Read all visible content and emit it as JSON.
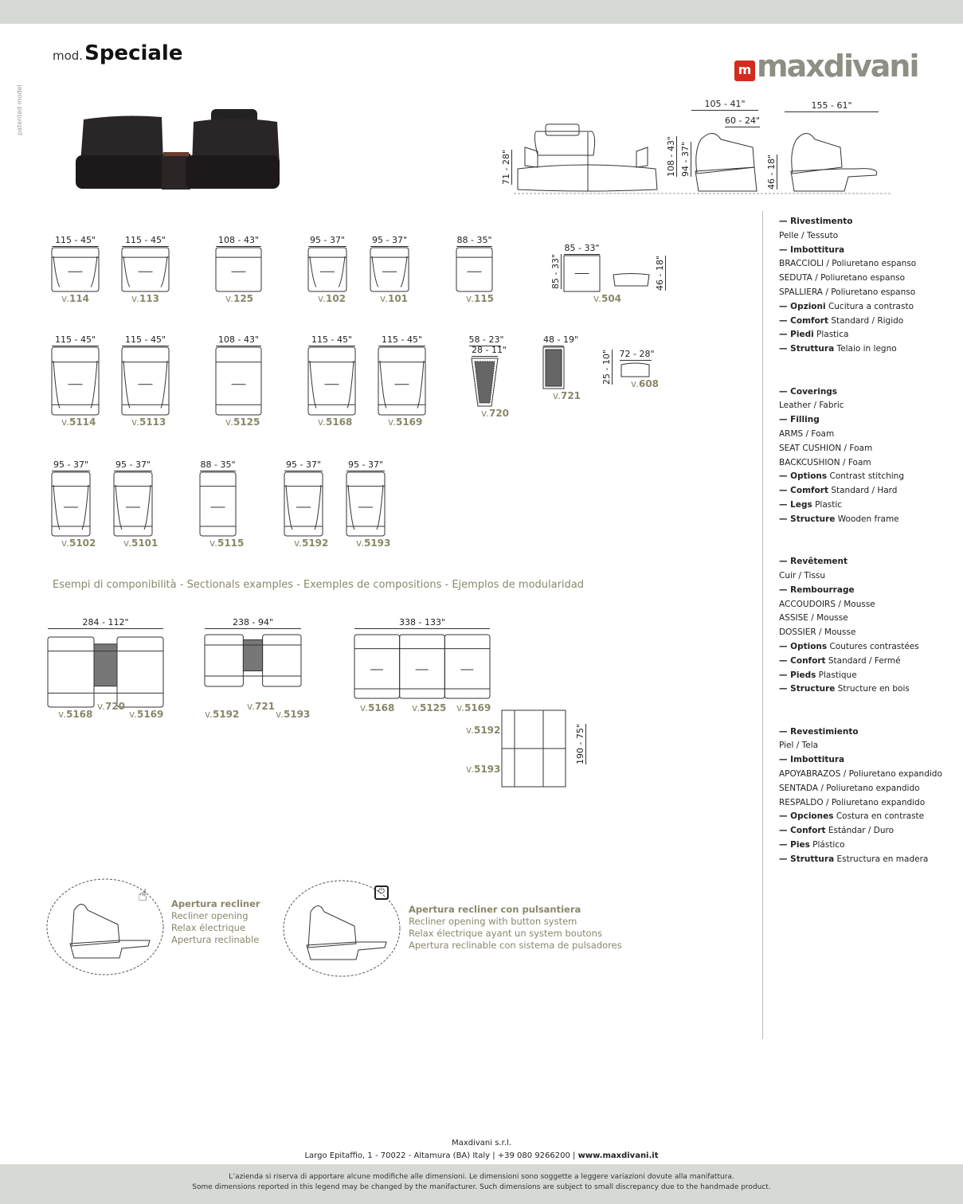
{
  "header": {
    "mod_prefix": "mod.",
    "model_name": "Speciale",
    "side_note": "patented model",
    "brand": "maxdivani"
  },
  "overview_dims": {
    "height_front": "71 - 28\"",
    "depth": "105 - 41\"",
    "seat_depth": "60 - 24\"",
    "height_total": "108 - 43\"",
    "height_back": "94 - 37\"",
    "seat_height": "46 - 18\"",
    "depth_open": "155 - 61\""
  },
  "modules": [
    {
      "dim": "115 - 45\"",
      "code": "114"
    },
    {
      "dim": "115 - 45\"",
      "code": "113"
    },
    {
      "dim": "108 - 43\"",
      "code": "125"
    },
    {
      "dim": "95 - 37\"",
      "code": "102"
    },
    {
      "dim": "95 - 37\"",
      "code": "101"
    },
    {
      "dim": "88 - 35\"",
      "code": "115"
    },
    {
      "dim": "85 - 33\"",
      "code": "504",
      "dim2": "85 - 33\"",
      "dim3": "46 - 18\""
    },
    {
      "dim": "115 - 45\"",
      "code": "5114"
    },
    {
      "dim": "115 - 45\"",
      "code": "5113"
    },
    {
      "dim": "108 - 43\"",
      "code": "5125"
    },
    {
      "dim": "115 - 45\"",
      "code": "5168"
    },
    {
      "dim": "115 - 45\"",
      "code": "5169"
    },
    {
      "dim": "58 - 23\"",
      "code": "720",
      "dim2": "28 - 11\""
    },
    {
      "dim": "48 - 19\"",
      "code": "721"
    },
    {
      "dim": "72 - 28\"",
      "code": "608",
      "dim2": "25 - 10\""
    },
    {
      "dim": "95 - 37\"",
      "code": "5102"
    },
    {
      "dim": "95 - 37\"",
      "code": "5101"
    },
    {
      "dim": "88 - 35\"",
      "code": "5115"
    },
    {
      "dim": "95 - 37\"",
      "code": "5192"
    },
    {
      "dim": "95 - 37\"",
      "code": "5193"
    }
  ],
  "label_prefix": "v.",
  "sectionals_heading": "Esempi di componibilità  -  Sectionals examples - Exemples de compositions - Ejemplos de modularidad",
  "sectionals": [
    {
      "dim": "284 - 112\"",
      "codes": [
        "5168",
        "720",
        "5169"
      ]
    },
    {
      "dim": "238 - 94\"",
      "codes": [
        "5192",
        "721",
        "5193"
      ]
    },
    {
      "dim": "338 - 133\"",
      "codes": [
        "5168",
        "5125",
        "5169"
      ]
    },
    {
      "dim": "190 - 75\"",
      "codes": [
        "5192",
        "5193"
      ]
    }
  ],
  "recliner": [
    {
      "title": "Apertura recliner",
      "lines": [
        "Recliner opening",
        "Relax électrique",
        "Apertura reclinable"
      ],
      "icon": "hand-icon"
    },
    {
      "title": "Apertura recliner con pulsantiera",
      "lines": [
        "Recliner opening with button system",
        "Relax électrique ayant un system boutons",
        "Apertura reclinable con sistema de pulsadores"
      ],
      "icon": "plug-icon"
    }
  ],
  "specs": [
    [
      {
        "b": "— Rivestimento",
        "t": ""
      },
      {
        "b": "",
        "t": "Pelle / Tessuto"
      },
      {
        "b": "— Imbottitura",
        "t": ""
      },
      {
        "b": "",
        "t": "BRACCIOLI / Poliuretano espanso"
      },
      {
        "b": "",
        "t": "SEDUTA / Poliuretano espanso"
      },
      {
        "b": "",
        "t": "SPALLIERA / Poliuretano espanso"
      },
      {
        "b": "— Opzioni",
        "t": " Cucitura a contrasto"
      },
      {
        "b": "— Comfort",
        "t": " Standard / Rigido"
      },
      {
        "b": "— Piedi",
        "t": " Plastica"
      },
      {
        "b": "— Struttura",
        "t": " Telaio in legno"
      }
    ],
    [
      {
        "b": "— Coverings",
        "t": ""
      },
      {
        "b": "",
        "t": "Leather / Fabric"
      },
      {
        "b": "— Filling",
        "t": ""
      },
      {
        "b": "",
        "t": "ARMS / Foam"
      },
      {
        "b": "",
        "t": "SEAT CUSHION / Foam"
      },
      {
        "b": "",
        "t": "BACKCUSHION / Foam"
      },
      {
        "b": "— Options",
        "t": " Contrast stitching"
      },
      {
        "b": "— Comfort",
        "t": " Standard / Hard"
      },
      {
        "b": "— Legs",
        "t": " Plastic"
      },
      {
        "b": "— Structure",
        "t": " Wooden frame"
      }
    ],
    [
      {
        "b": "— Revêtement",
        "t": ""
      },
      {
        "b": "",
        "t": "Cuir / Tissu"
      },
      {
        "b": "— Rembourrage",
        "t": ""
      },
      {
        "b": "",
        "t": "ACCOUDOIRS / Mousse"
      },
      {
        "b": "",
        "t": "ASSISE / Mousse"
      },
      {
        "b": "",
        "t": "DOSSIER / Mousse"
      },
      {
        "b": "— Options",
        "t": " Coutures contrastées"
      },
      {
        "b": "— Confort",
        "t": " Standard / Fermé"
      },
      {
        "b": "— Pieds",
        "t": " Plastique"
      },
      {
        "b": "— Structure",
        "t": " Structure en bois"
      }
    ],
    [
      {
        "b": "— Revestimiento",
        "t": ""
      },
      {
        "b": "",
        "t": "Piel / Tela"
      },
      {
        "b": "— Imbottitura",
        "t": ""
      },
      {
        "b": "",
        "t": "APOYABRAZOS / Poliuretano expandido"
      },
      {
        "b": "",
        "t": "SENTADA / Poliuretano expandido"
      },
      {
        "b": "",
        "t": "RESPALDO / Poliuretano expandido"
      },
      {
        "b": "— Opciones",
        "t": " Costura en contraste"
      },
      {
        "b": "— Confort",
        "t": " Estándar / Duro"
      },
      {
        "b": "— Pies",
        "t": " Plástico"
      },
      {
        "b": "— Struttura",
        "t": " Estructura en madera"
      }
    ]
  ],
  "footer": {
    "company": "Maxdivani s.r.l.",
    "address": "Largo Epitaffio, 1 - 70022 - Altamura (BA) Italy | +39 080 9266200 | ",
    "website": "www.maxdivani.it",
    "disclaimer_it": "L’azienda si riserva di apportare alcune modifiche alle dimensioni. Le dimensioni sono soggette a leggere variazioni dovute alla manifattura.",
    "disclaimer_en": "Some dimensions reported in this legend may be changed by the manifacturer. Such dimensions are subject to small discrepancy due to the handmade product."
  },
  "colors": {
    "brand_red": "#d42b1e",
    "label_olive": "#8a876a",
    "band_gray": "#d7dad4"
  }
}
